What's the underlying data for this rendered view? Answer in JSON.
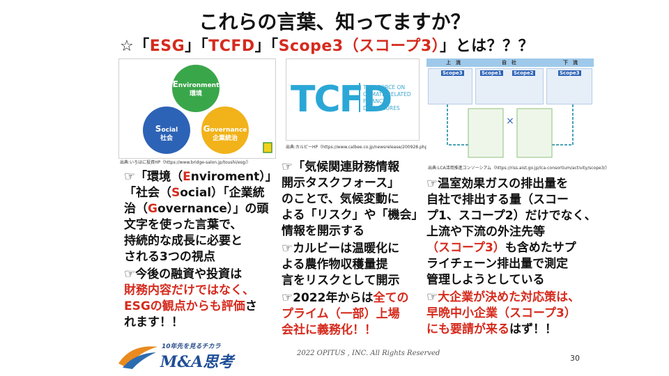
{
  "title": "これらの言葉、知ってますか？",
  "subtitle": {
    "star": "☆「",
    "t1": "ESG",
    "mid1": "」「",
    "t2": "TCFD",
    "mid2": "」「",
    "t3": "Scope3（スコープ3）",
    "end": "」とは？？？"
  },
  "esg_image": {
    "env_letter": "E",
    "env_text": "nvironment",
    "env_jp": "環境",
    "soc_letter": "S",
    "soc_text": "ocial",
    "soc_jp": "社会",
    "gov_letter": "G",
    "gov_text": "overnance",
    "gov_jp": "企業統治",
    "credit": "出典:いろはに投資HP（https://www.bridge-salon.jp/toushi/esg/）"
  },
  "tcfd_image": {
    "logo": "TCFD",
    "side_lines": [
      "TASK FORCE ON",
      "CLIMATE-RELATED",
      "FINANCIAL",
      "DISCLOSURES"
    ],
    "credit": "出典:カルビーHP（https://www.calbee.co.jp/newsrelease/200928.php）"
  },
  "scope_image": {
    "col_up": "上　流",
    "col_self": "自　社",
    "col_down": "下　流",
    "scope3": "Scope3",
    "scope1": "Scope1",
    "scope2": "Scope2",
    "credit": "出典:LCA活用推進コンソーシアム（https://riss.aist.go.jp/lca-consortium/activity/scope3/）"
  },
  "col1": {
    "b1_a": "「環境（",
    "b1_E": "E",
    "b1_b": "nviroment）」",
    "b1_c": "「社会（",
    "b1_S": "S",
    "b1_d": "ocial）「企業統",
    "b1_e": "治（",
    "b1_G": "G",
    "b1_f": "overnance）」の頭",
    "b1_g": "文字を使った言葉で、",
    "b1_h": "持続的な成長に必要と",
    "b1_i": "される3つの視点",
    "b2_a": "今後の融資や投資は",
    "b2_red1": "財務内容だけではなく、",
    "b2_red2": "ESGの観点からも評価",
    "b2_b": "さ",
    "b2_c": "れます！！"
  },
  "col2": {
    "b1_a": "「気候関連財務情報",
    "b1_b": "開示タスクフォース」",
    "b1_c": "のことで、気候変動に",
    "b1_d": "よる「リスク」や「機会」",
    "b1_e": "情報を開示する",
    "b2_a": "カルビーは温暖化に",
    "b2_b": "よる農作物収穫量提",
    "b2_c": "言をリスクとして開示",
    "b3_a": "2022年からは",
    "b3_red1": "全ての",
    "b3_red2": "プライム（一部）上場",
    "b3_red3": "会社に義務化！！"
  },
  "col3": {
    "b1_a": "温室効果ガスの排出量を",
    "b1_b": "自社で排出する量（スコー",
    "b1_c": "プ1、スコープ2）だけでなく、",
    "b1_d": "上流や下流の外注先等",
    "b1_red": "（スコープ3）",
    "b1_e": "も含めたサプ",
    "b1_f": "ライチェーン排出量で測定",
    "b1_g": "管理しようとしている",
    "b2_red1": "大企業が決めた対応策は、",
    "b2_red2": "早晩中小企業（スコープ3）",
    "b2_red3": "にも要請が来る",
    "b2_b": "はず！！"
  },
  "footer": {
    "logo_tag": "10年先を見るチカラ",
    "logo_main": "M&A思考",
    "copyright": "2022 OPITUS , INC.  All Rights Reserved",
    "page": "30"
  },
  "colors": {
    "accent_red": "#d52b1e",
    "tcfd_blue": "#2aa7d6",
    "env_green": "#3aa64a",
    "soc_blue": "#2d63b6",
    "gov_yellow": "#f1b21a"
  },
  "icons": {
    "bullet": "pointing-hand-icon",
    "star": "star-icon"
  }
}
